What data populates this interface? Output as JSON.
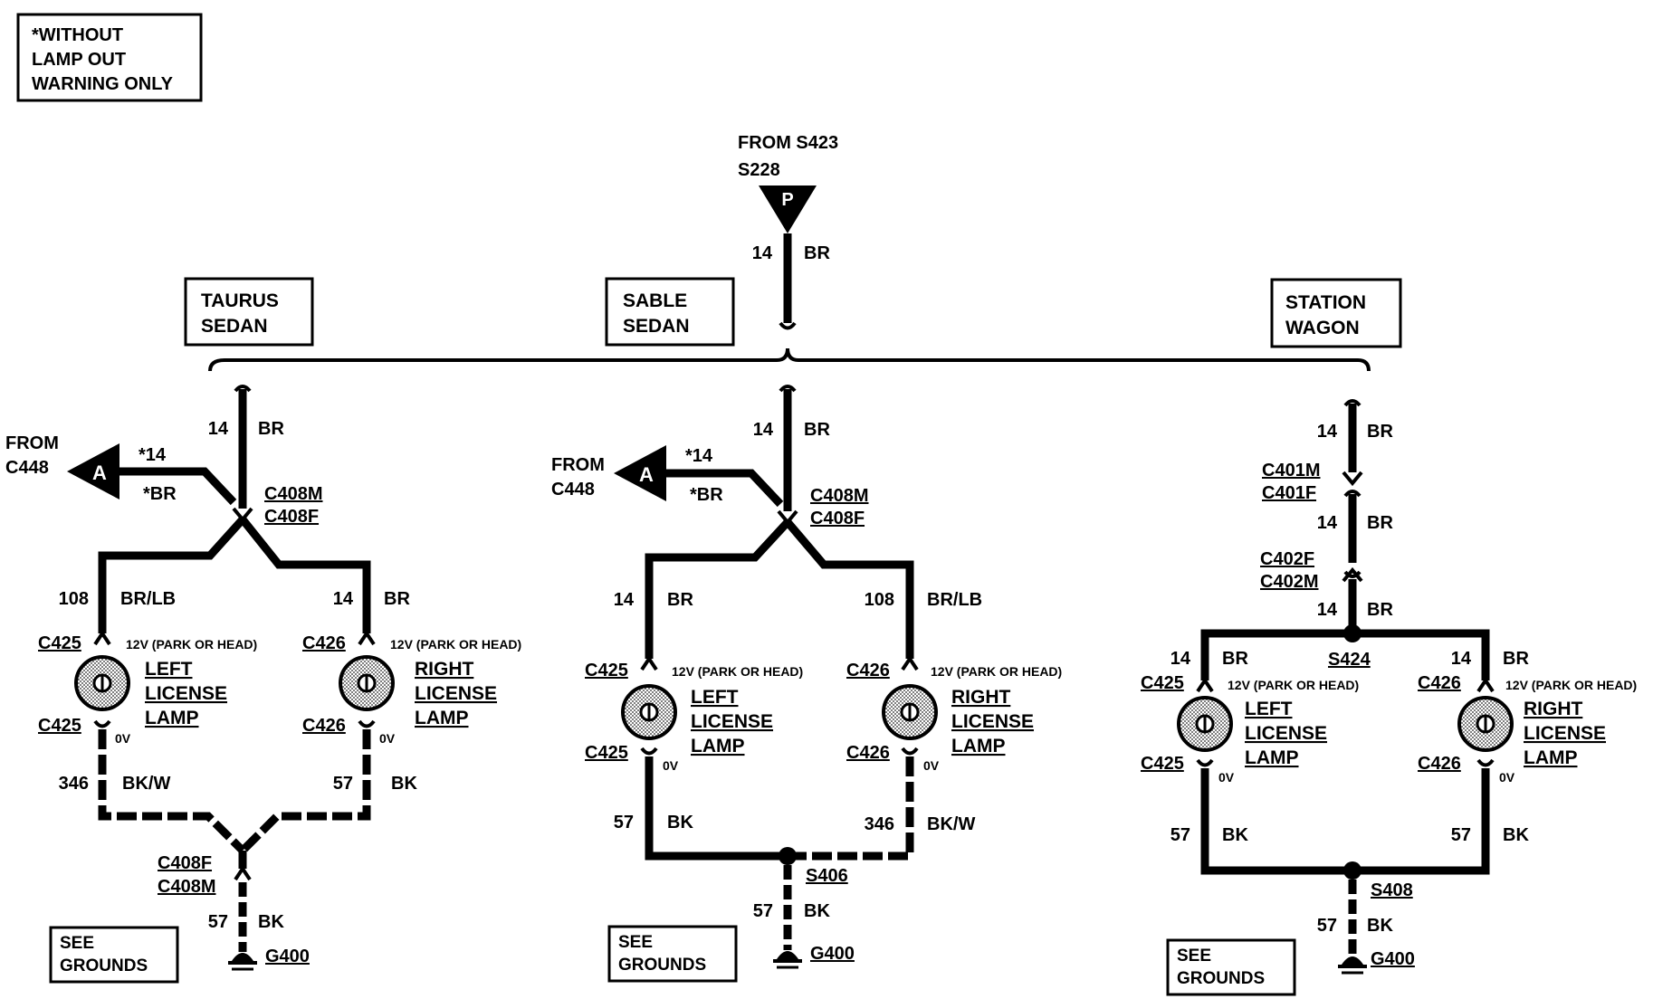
{
  "note": [
    "*WITHOUT",
    "LAMP OUT",
    "WARNING ONLY"
  ],
  "top_source": {
    "from": "FROM S423",
    "splice": "S228",
    "letter": "P",
    "gauge": "14",
    "color": "BR"
  },
  "sections": [
    {
      "title": [
        "TAURUS",
        "SEDAN"
      ],
      "gauge": "14",
      "color": "BR",
      "connector_in": [
        "C408M",
        "C408F"
      ],
      "from_label": [
        "FROM",
        "C448"
      ],
      "arrow_letter": "A",
      "alt_gauge": "*14",
      "alt_color": "*BR",
      "left_wire": {
        "gauge": "108",
        "color": "BR/LB"
      },
      "right_wire": {
        "gauge": "14",
        "color": "BR"
      },
      "left_lamp": {
        "conn_top": "C425",
        "conn_bottom": "C425",
        "voltage": "12V (PARK OR HEAD)",
        "ground_v": "0V",
        "name": [
          "LEFT",
          "LICENSE",
          "LAMP"
        ]
      },
      "right_lamp": {
        "conn_top": "C426",
        "conn_bottom": "C426",
        "voltage": "12V (PARK OR HEAD)",
        "ground_v": "0V",
        "name": [
          "RIGHT",
          "LICENSE",
          "LAMP"
        ]
      },
      "left_ground_wire": {
        "gauge": "346",
        "color": "BK/W"
      },
      "right_ground_wire": {
        "gauge": "57",
        "color": "BK"
      },
      "connector_out": [
        "C408F",
        "C408M"
      ],
      "ground_wire": {
        "gauge": "57",
        "color": "BK"
      },
      "ground": "G400",
      "see_grounds": [
        "SEE",
        "GROUNDS"
      ]
    },
    {
      "title": [
        "SABLE",
        "SEDAN"
      ],
      "gauge": "14",
      "color": "BR",
      "connector_in": [
        "C408M",
        "C408F"
      ],
      "from_label": [
        "FROM",
        "C448"
      ],
      "arrow_letter": "A",
      "alt_gauge": "*14",
      "alt_color": "*BR",
      "left_wire": {
        "gauge": "14",
        "color": "BR"
      },
      "right_wire": {
        "gauge": "108",
        "color": "BR/LB"
      },
      "left_lamp": {
        "conn_top": "C425",
        "conn_bottom": "C425",
        "voltage": "12V (PARK OR HEAD)",
        "ground_v": "0V",
        "name": [
          "LEFT",
          "LICENSE",
          "LAMP"
        ]
      },
      "right_lamp": {
        "conn_top": "C426",
        "conn_bottom": "C426",
        "voltage": "12V (PARK OR HEAD)",
        "ground_v": "0V",
        "name": [
          "RIGHT",
          "LICENSE",
          "LAMP"
        ]
      },
      "left_ground_wire": {
        "gauge": "57",
        "color": "BK"
      },
      "right_ground_wire": {
        "gauge": "346",
        "color": "BK/W"
      },
      "splice": "S406",
      "ground_wire": {
        "gauge": "57",
        "color": "BK"
      },
      "ground": "G400",
      "see_grounds": [
        "SEE",
        "GROUNDS"
      ]
    },
    {
      "title": [
        "STATION",
        "WAGON"
      ],
      "gauge": "14",
      "color": "BR",
      "connector_1": [
        "C401M",
        "C401F"
      ],
      "gauge_2": "14",
      "color_2": "BR",
      "connector_2": [
        "C402F",
        "C402M"
      ],
      "gauge_3": "14",
      "color_3": "BR",
      "splice_top": "S424",
      "left_wire": {
        "gauge": "14",
        "color": "BR"
      },
      "right_wire": {
        "gauge": "14",
        "color": "BR"
      },
      "left_lamp": {
        "conn_top": "C425",
        "conn_bottom": "C425",
        "voltage": "12V (PARK OR HEAD)",
        "ground_v": "0V",
        "name": [
          "LEFT",
          "LICENSE",
          "LAMP"
        ]
      },
      "right_lamp": {
        "conn_top": "C426",
        "conn_bottom": "C426",
        "voltage": "12V (PARK OR HEAD)",
        "ground_v": "0V",
        "name": [
          "RIGHT",
          "LICENSE",
          "LAMP"
        ]
      },
      "left_ground_wire": {
        "gauge": "57",
        "color": "BK"
      },
      "right_ground_wire": {
        "gauge": "57",
        "color": "BK"
      },
      "splice_bottom": "S408",
      "ground_wire": {
        "gauge": "57",
        "color": "BK"
      },
      "ground": "G400",
      "see_grounds": [
        "SEE",
        "GROUNDS"
      ]
    }
  ]
}
